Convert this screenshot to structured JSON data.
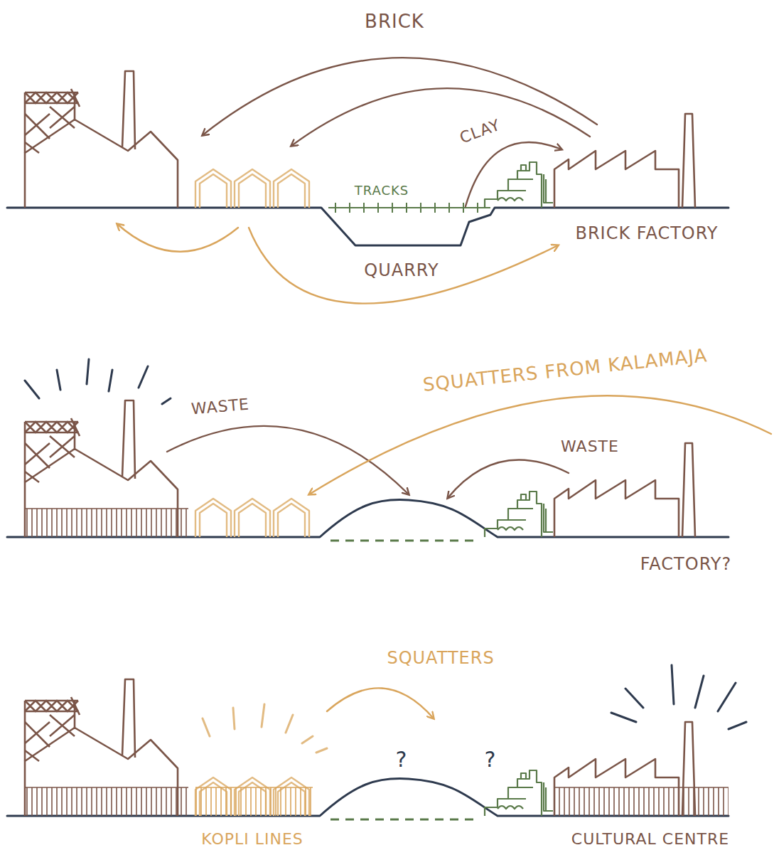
{
  "diagram": {
    "labels": [
      "BRICK",
      "CLAY",
      "TRACKS",
      "BRICK FACTORY",
      "QUARRY",
      "WASTE",
      "SQUATTERS FROM KALAMAJA",
      "WASTE",
      "FACTORY?",
      "SQUATTERS",
      "?",
      "?",
      "KOPLI LINES",
      "CULTURAL CENTRE"
    ]
  }
}
